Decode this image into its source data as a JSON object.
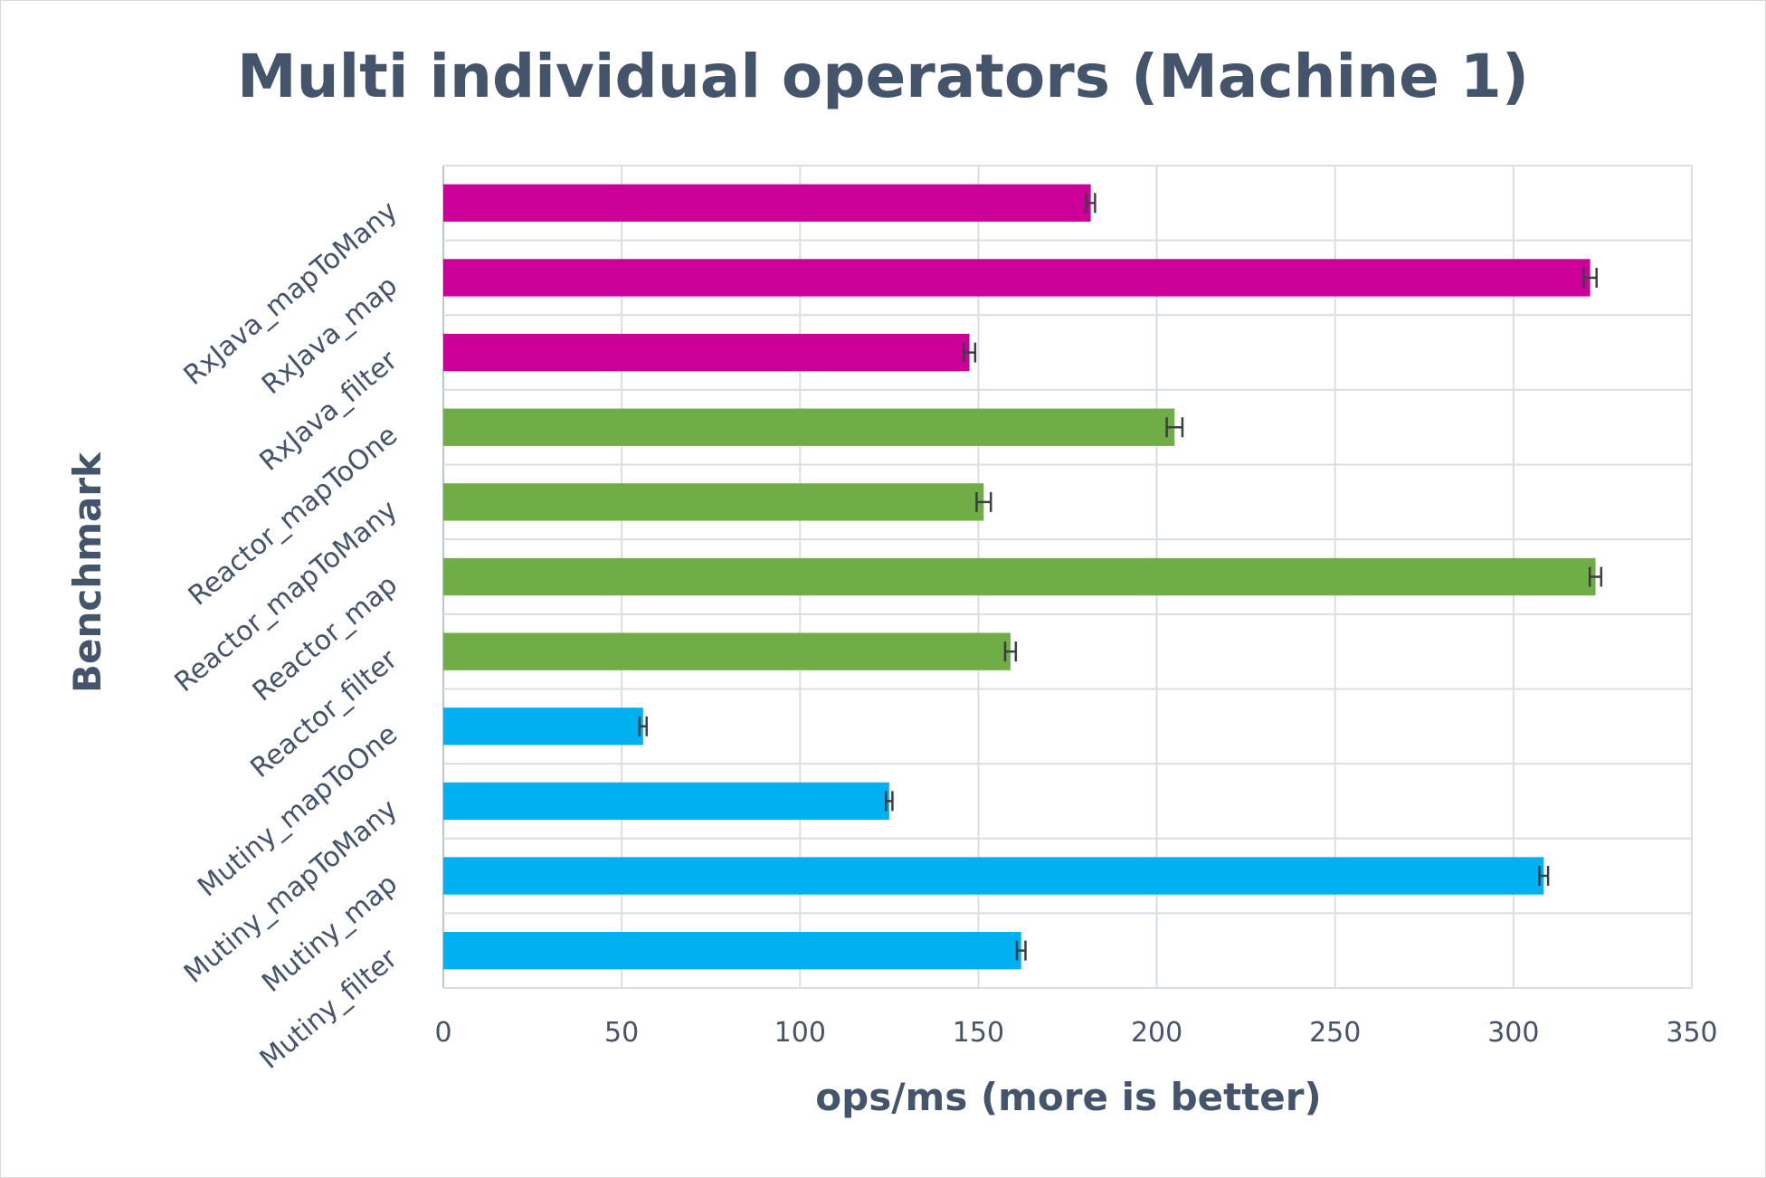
{
  "chart_data": {
    "type": "bar",
    "orientation": "horizontal",
    "title": "Multi individual operators (Machine 1)",
    "xlabel": "ops/ms (more is better)",
    "ylabel": "Benchmark",
    "xlim": [
      0,
      350
    ],
    "xticks": [
      0,
      50,
      100,
      150,
      200,
      250,
      300,
      350
    ],
    "grid": true,
    "legend": "none",
    "categories": [
      "RxJava_mapToMany",
      "RxJava_map",
      "RxJava_filter",
      "Reactor_mapToOne",
      "Reactor_mapToMany",
      "Reactor_map",
      "Reactor_filter",
      "Mutiny_mapToOne",
      "Mutiny_mapToMany",
      "Mutiny_map",
      "Mutiny_filter"
    ],
    "values": [
      181.5,
      321.5,
      147.5,
      205,
      151.5,
      323,
      159,
      56,
      125,
      308.5,
      162
    ],
    "errors": [
      1.2,
      1.8,
      1.6,
      2.2,
      2.0,
      1.6,
      1.5,
      1.0,
      0.9,
      1.2,
      1.2
    ],
    "colors": [
      "#cc0099",
      "#cc0099",
      "#cc0099",
      "#70ad47",
      "#70ad47",
      "#70ad47",
      "#70ad47",
      "#00b0f0",
      "#00b0f0",
      "#00b0f0",
      "#00b0f0"
    ]
  }
}
